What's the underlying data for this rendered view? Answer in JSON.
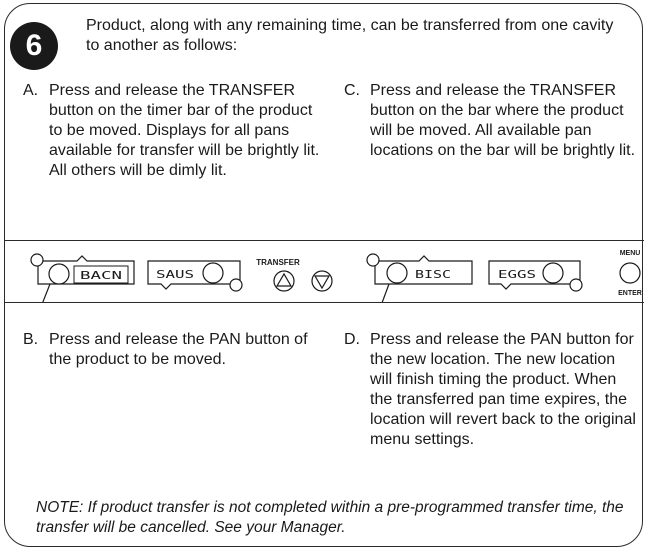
{
  "step": {
    "number": "6",
    "intro": "Product, along with any remaining time, can be transferred from one cavity to another as follows:"
  },
  "instructions": {
    "a": {
      "letter": "A.",
      "text": "Press and release the TRANSFER button on the timer bar of the product to be moved. Displays for all pans available for transfer will be brightly lit. All others will be dimly lit."
    },
    "c": {
      "letter": "C.",
      "text": "Press and release the TRANSFER button on the bar where the product will be moved. All available pan locations on the bar will be brightly lit."
    },
    "b": {
      "letter": "B.",
      "text": "Press and release the PAN button of the product to be moved."
    },
    "d": {
      "letter": "D.",
      "text": "Press and release the PAN button for the new location. The new location will finish timing the product. When the transferred pan time expires, the location will revert back to the original menu settings."
    }
  },
  "timer_bar": {
    "displays": [
      "BACN",
      "SAUS",
      "BISC",
      "EGGS"
    ],
    "transfer_label": "TRANSFER",
    "menu_label": "MENU",
    "enter_label": "ENTER",
    "transfer_up_icon": "triangle-up-icon",
    "transfer_down_icon": "triangle-down-icon"
  },
  "note": "NOTE: If product transfer is not completed within a pre-programmed transfer time, the transfer will be cancelled. See your Manager."
}
